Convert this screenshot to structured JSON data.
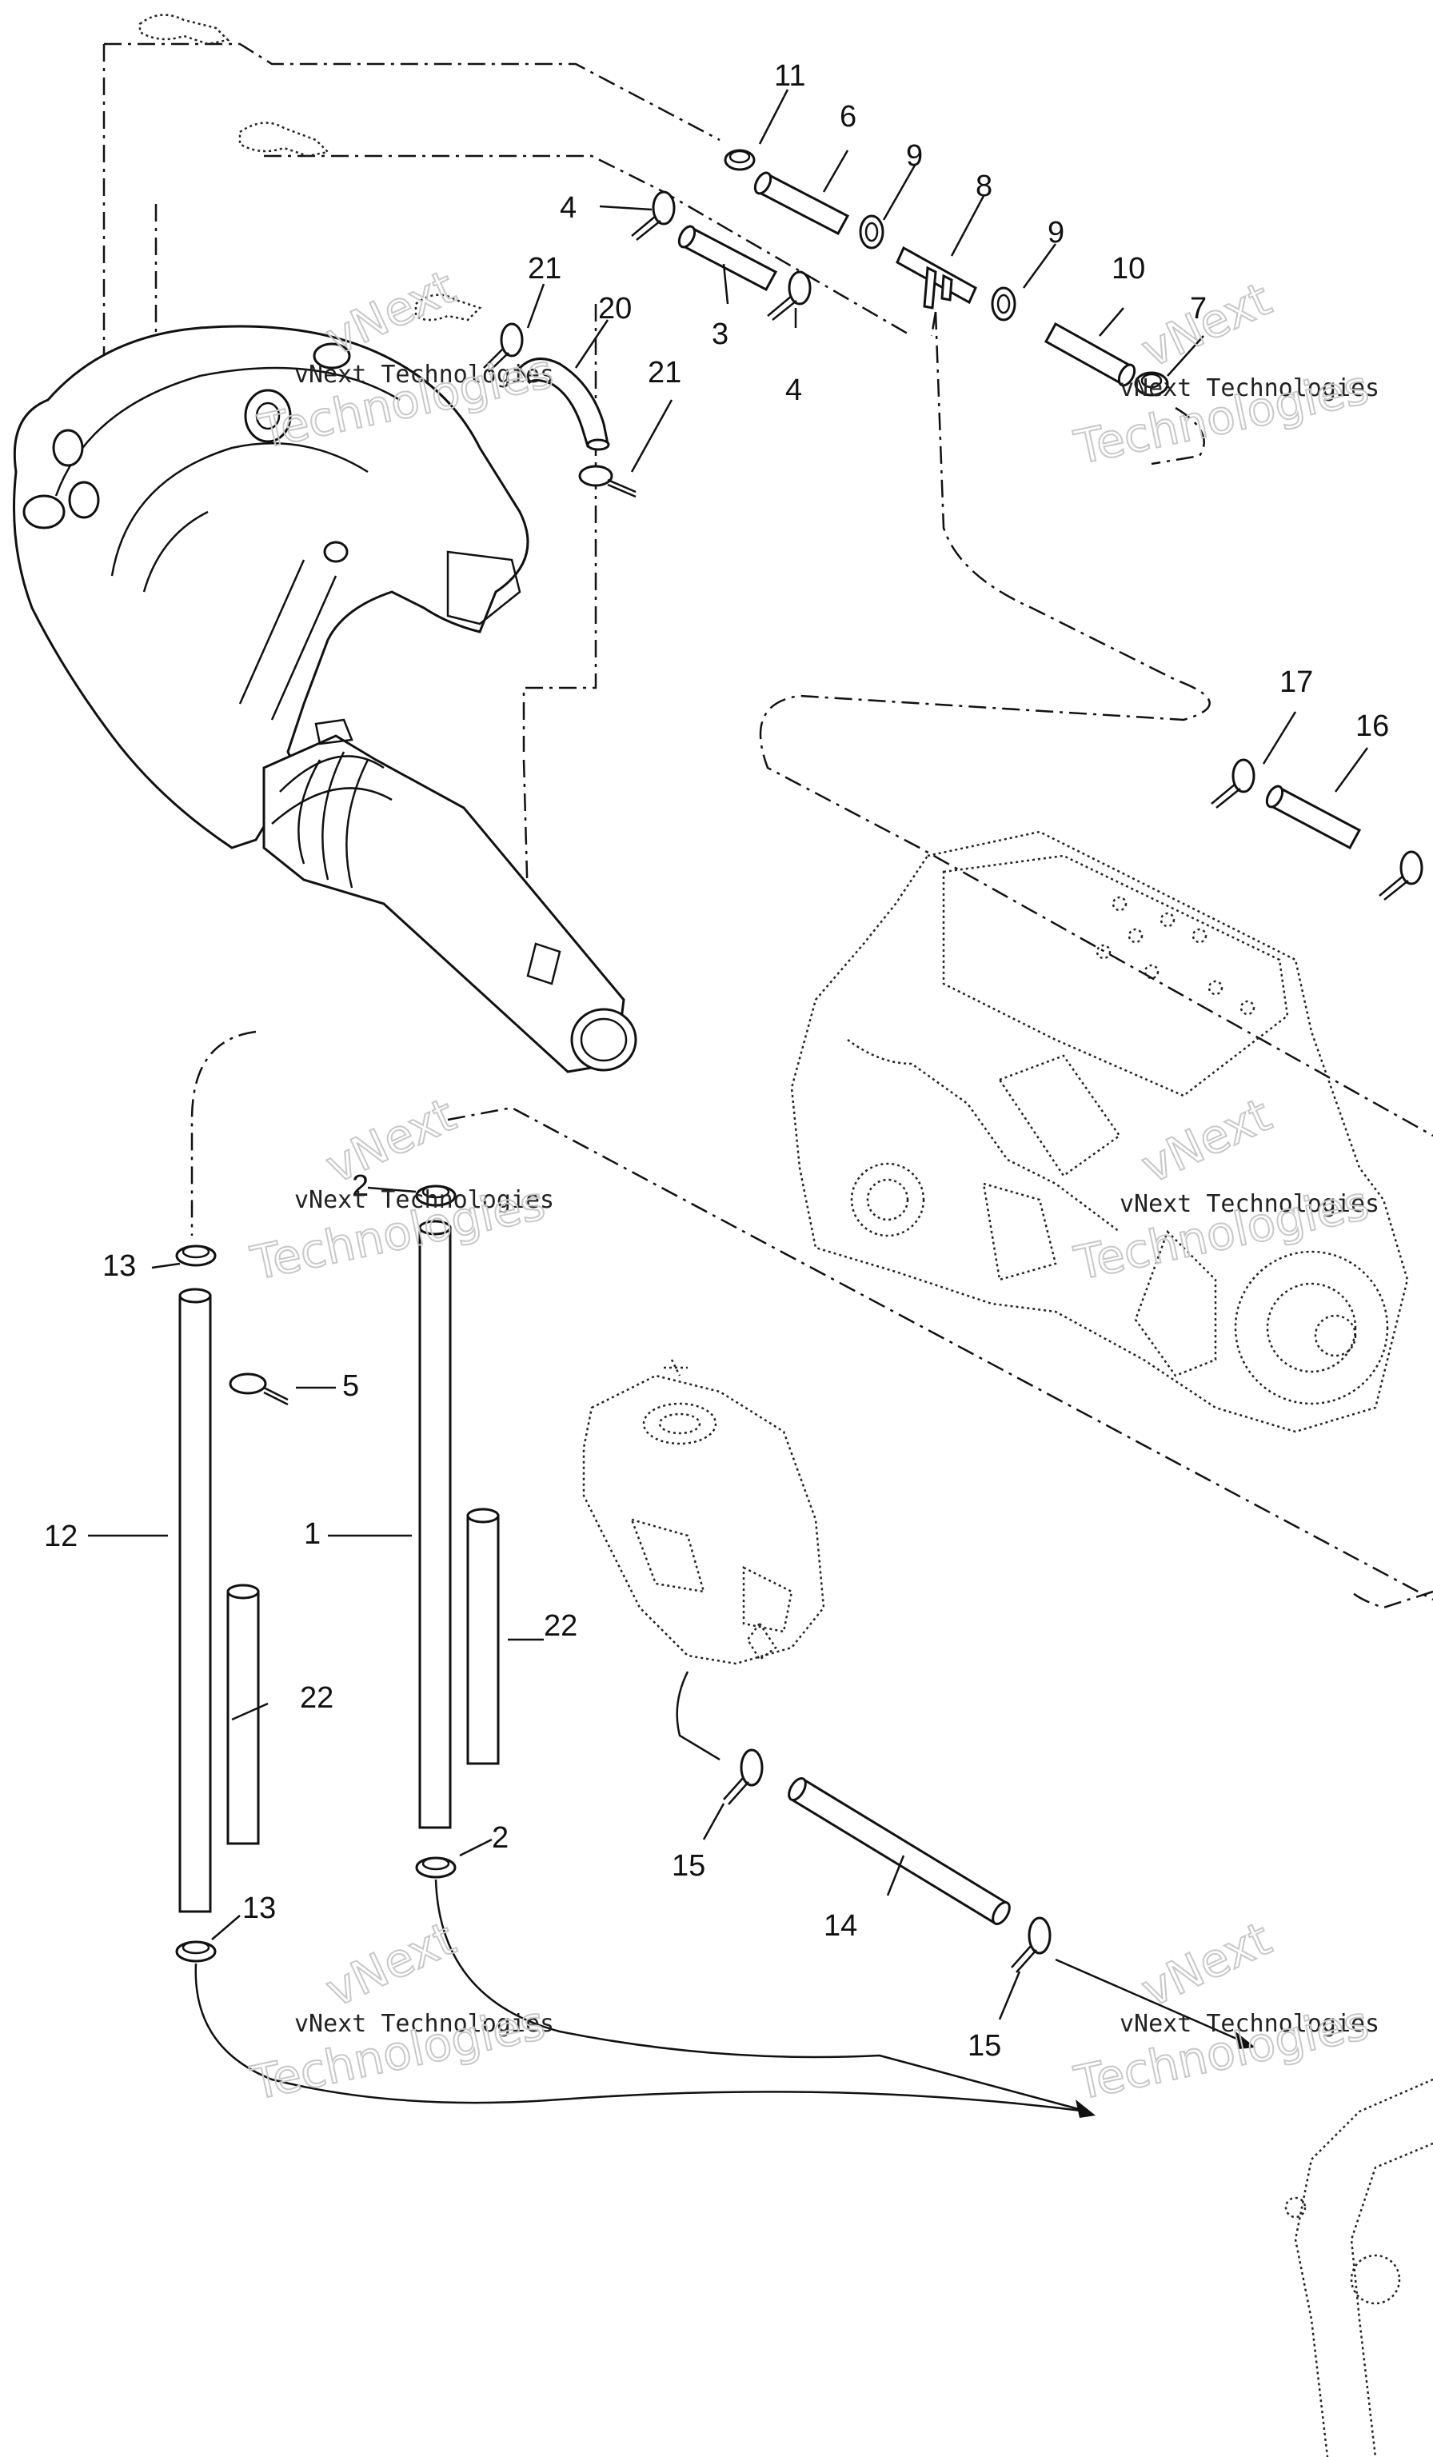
{
  "watermark": {
    "line1": "vNext Technologies",
    "line2_outline": "Technologies",
    "top": "vNext"
  },
  "callouts": {
    "c1": "1",
    "c2a": "2",
    "c2b": "2",
    "c3": "3",
    "c4a": "4",
    "c4b": "4",
    "c5": "5",
    "c6": "6",
    "c7": "7",
    "c8": "8",
    "c9a": "9",
    "c9b": "9",
    "c10": "10",
    "c11": "11",
    "c12": "12",
    "c13a": "13",
    "c13b": "13",
    "c14": "14",
    "c15a": "15",
    "c15b": "15",
    "c16": "16",
    "c17": "17",
    "c20": "20",
    "c21a": "21",
    "c21b": "21",
    "c22a": "22",
    "c22b": "22"
  }
}
